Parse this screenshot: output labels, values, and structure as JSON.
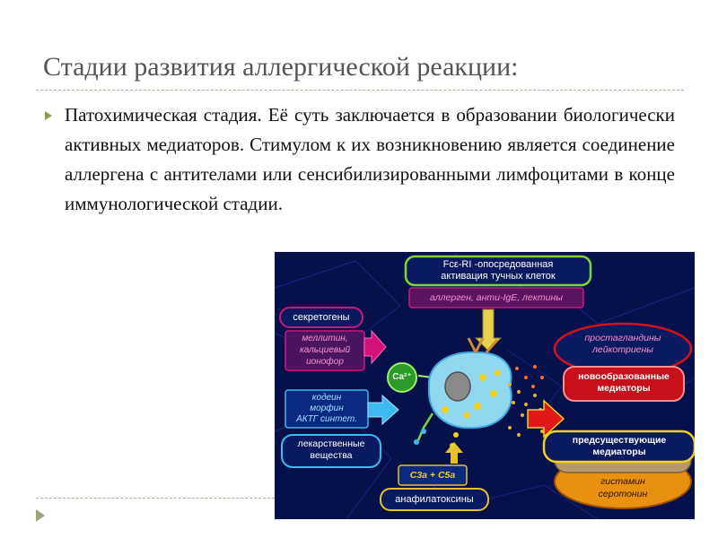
{
  "slide": {
    "title": "Стадии развития аллергической реакции:",
    "bullet": "Патохимическая стадия. Её суть заключается в образовании биологически активных медиаторов. Стимулом к их возникновению является соединение аллергена с антителами или сенсибилизированными лимфоцитами в конце иммунологической стадии."
  },
  "diagram": {
    "top_box_line1": "Fcε-RI -опосредованная",
    "top_box_line2": "активация тучных клеток",
    "top_sub": "аллерген, анти-IgE, лектины",
    "secretogens": "секретогены",
    "secretogens_list": [
      "меллитин,",
      "кальциевый",
      "ионофор"
    ],
    "calcium": "Ca²⁺",
    "drugs_list": [
      "кодеин",
      "морфин",
      "АКТГ синтет."
    ],
    "drugs": "лекарственные вещества",
    "anaphyl_sub": "C3a + C5a",
    "anaphyl": "анафилатоксины",
    "prostaglandins": [
      "простагландины",
      "лейкотриены"
    ],
    "new_mediators": [
      "новообразованные",
      "медиаторы"
    ],
    "preformed": [
      "предсуществующие",
      "медиаторы"
    ],
    "histamine": [
      "гистамин",
      "серотонин"
    ]
  },
  "colors": {
    "title": "#545454",
    "bullet": "#8aa046",
    "diagram_bg": "#06104a",
    "accent_green": "#7fd43a",
    "accent_magenta": "#d1147a",
    "accent_red": "#d01418",
    "accent_yellow": "#f0d020"
  }
}
